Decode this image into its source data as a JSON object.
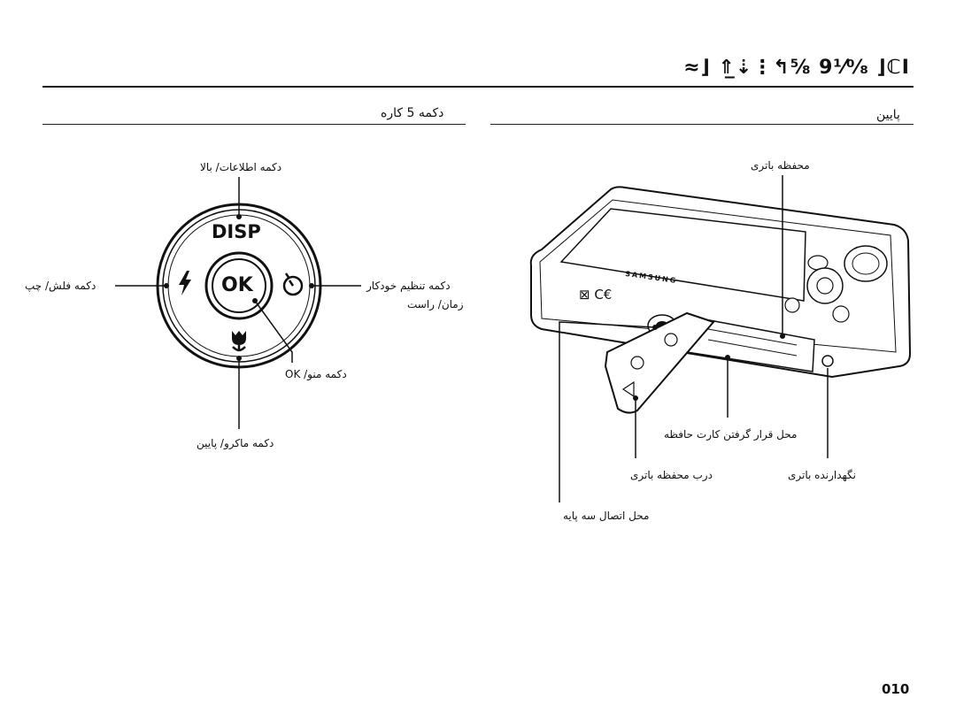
{
  "header": {
    "title": "≈⌋ ⇑̲⇣⋮↰⅝ 9⅟⁰⁄₈ ⌋ℂI"
  },
  "sections": {
    "left_title": "دکمه 5 کاره",
    "right_title": "پایین"
  },
  "left_labels": {
    "top": "دکمه اطلاعات/ بالا",
    "left": "دکمه فلش/ چپ",
    "right_line1": "دکمه تنظیم خودکار",
    "right_line2": "زمان/ راست",
    "ok": "دکمه منو/ OK",
    "bottom": "دکمه ماکرو/ پایین"
  },
  "dial": {
    "disp": "DISP",
    "ok": "OK"
  },
  "right_labels": {
    "battery_holder": "محفظه باتری",
    "card_slot": "محل قرار گرفتن کارت حافظه",
    "battery_cover": "درب محفظه باتری",
    "battery_lock": "نگهدارنده باتری",
    "tripod": "محل اتصال سه پایه"
  },
  "camera": {
    "brand": "SAMSUNG"
  },
  "footer": {
    "page_number": "010"
  }
}
